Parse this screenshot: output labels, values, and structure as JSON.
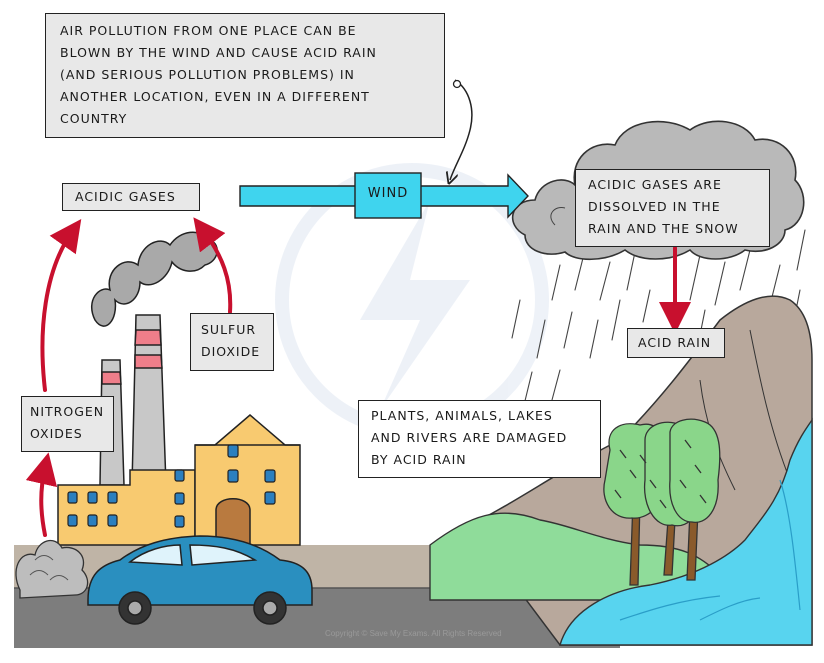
{
  "labels": {
    "note": "AIR POLLUTION FROM ONE PLACE CAN BE\nBLOWN BY THE WIND AND CAUSE ACID RAIN\n(AND SERIOUS POLLUTION PROBLEMS) IN\nANOTHER LOCATION, EVEN IN A DIFFERENT\nCOUNTRY",
    "acidic_gases": "ACIDIC GASES",
    "wind": "WIND",
    "dissolved": "ACIDIC GASES ARE\nDISSOLVED IN THE\nRAIN AND THE SNOW",
    "sulfur_dioxide": "SULFUR\nDIOXIDE",
    "acid_rain": "ACID RAIN",
    "nitrogen_oxides": "NITROGEN\nOXIDES",
    "damage": "PLANTS, ANIMALS, LAKES\nAND RIVERS ARE DAMAGED\nBY ACID RAIN"
  },
  "copyright": "Copyright © Save My Exams. All Rights Reserved",
  "colors": {
    "label_fill": "#e8e8e8",
    "wind_arrow": "#3fd4ee",
    "red_arrow": "#c8102e",
    "cloud": "#b9b9b9",
    "smoke": "#a9a9a9",
    "mountain": "#b8a89c",
    "grass": "#8fdc9a",
    "water": "#58d4ef",
    "building": "#f8ca70",
    "window": "#2b7fbf",
    "door": "#b97a3f",
    "chimney": "#c8c8c8",
    "chimney_band": "#ef7e8a",
    "car": "#2a8fbf",
    "tree": "#8ad68a",
    "trunk": "#8a5a2b",
    "road": "#7f7f7f",
    "pavement": "#bfb4a6"
  }
}
